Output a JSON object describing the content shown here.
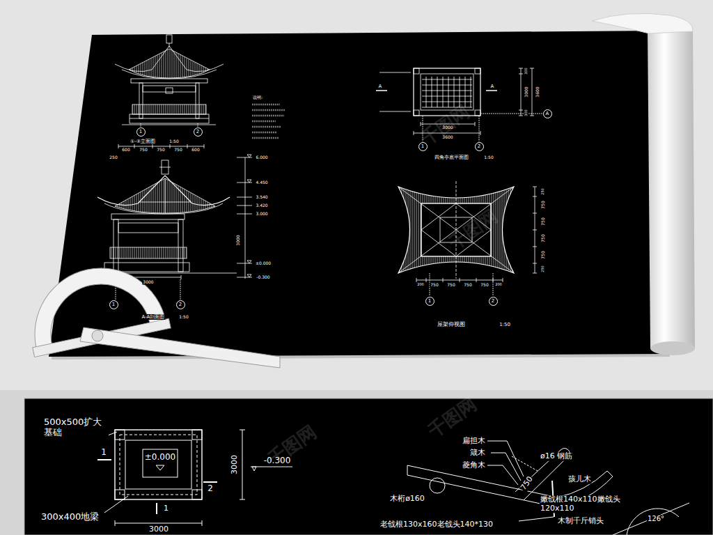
{
  "diagram": {
    "nodes": [
      {
        "text": [
          "1"
        ]
      },
      {
        "text": [
          "2"
        ]
      },
      {
        "text": [
          "1"
        ]
      },
      {
        "text": [
          "2"
        ]
      },
      {
        "text": [
          "1"
        ]
      },
      {
        "text": [
          "2"
        ]
      },
      {
        "text": [
          "A"
        ]
      },
      {
        "text": [
          "1"
        ]
      },
      {
        "text": [
          "2"
        ]
      }
    ],
    "labels": [
      "①-②立面图",
      "1:50",
      "600",
      "750",
      "750",
      "750",
      "600",
      "250",
      "6.000",
      "4.450",
      "3.540",
      "3.420",
      "3.000",
      "3000",
      "±0.000",
      "-0.300",
      "3000",
      "A-A剖面图",
      "1:50",
      "说明:",
      "A",
      "A",
      "3000",
      "3600",
      "300",
      "3000",
      "300",
      "3600",
      "四角亭底平面图",
      "1:50",
      "200",
      "750",
      "750",
      "750",
      "750",
      "200",
      "250",
      "750",
      "750",
      "750",
      "750",
      "250",
      "屋架仰视图",
      "1:50",
      "500x500扩大 基础",
      "±0.000",
      "-0.300",
      "3000",
      "1",
      "1",
      "2",
      "300x400地梁",
      "3000",
      "扁担木",
      "箴木",
      "菱角木",
      "ø16 钢筋",
      "750",
      "孩儿木",
      "木桁ø160",
      "嫩戗根140x110嫩戗头 120x110",
      "老戗根130x160老戗头140*130",
      "木制千斤销头",
      "126°",
      "千图网",
      "千图网",
      "千图网",
      "千图网"
    ]
  }
}
